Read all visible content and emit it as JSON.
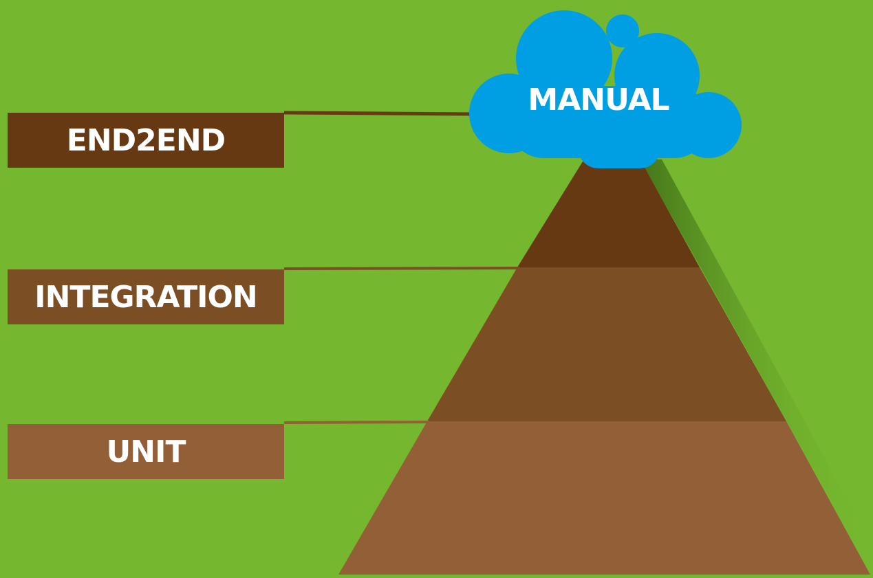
{
  "layers": [
    {
      "label": "END2END",
      "color": "#663912"
    },
    {
      "label": "INTEGRATION",
      "color": "#7b4e24"
    },
    {
      "label": "UNIT",
      "color": "#935f36"
    }
  ],
  "cloud": {
    "label": "MANUAL",
    "color": "#009fe3"
  },
  "colors": {
    "background": "#75b72e",
    "shadow": "#3f6e17",
    "text": "#ffffff"
  }
}
